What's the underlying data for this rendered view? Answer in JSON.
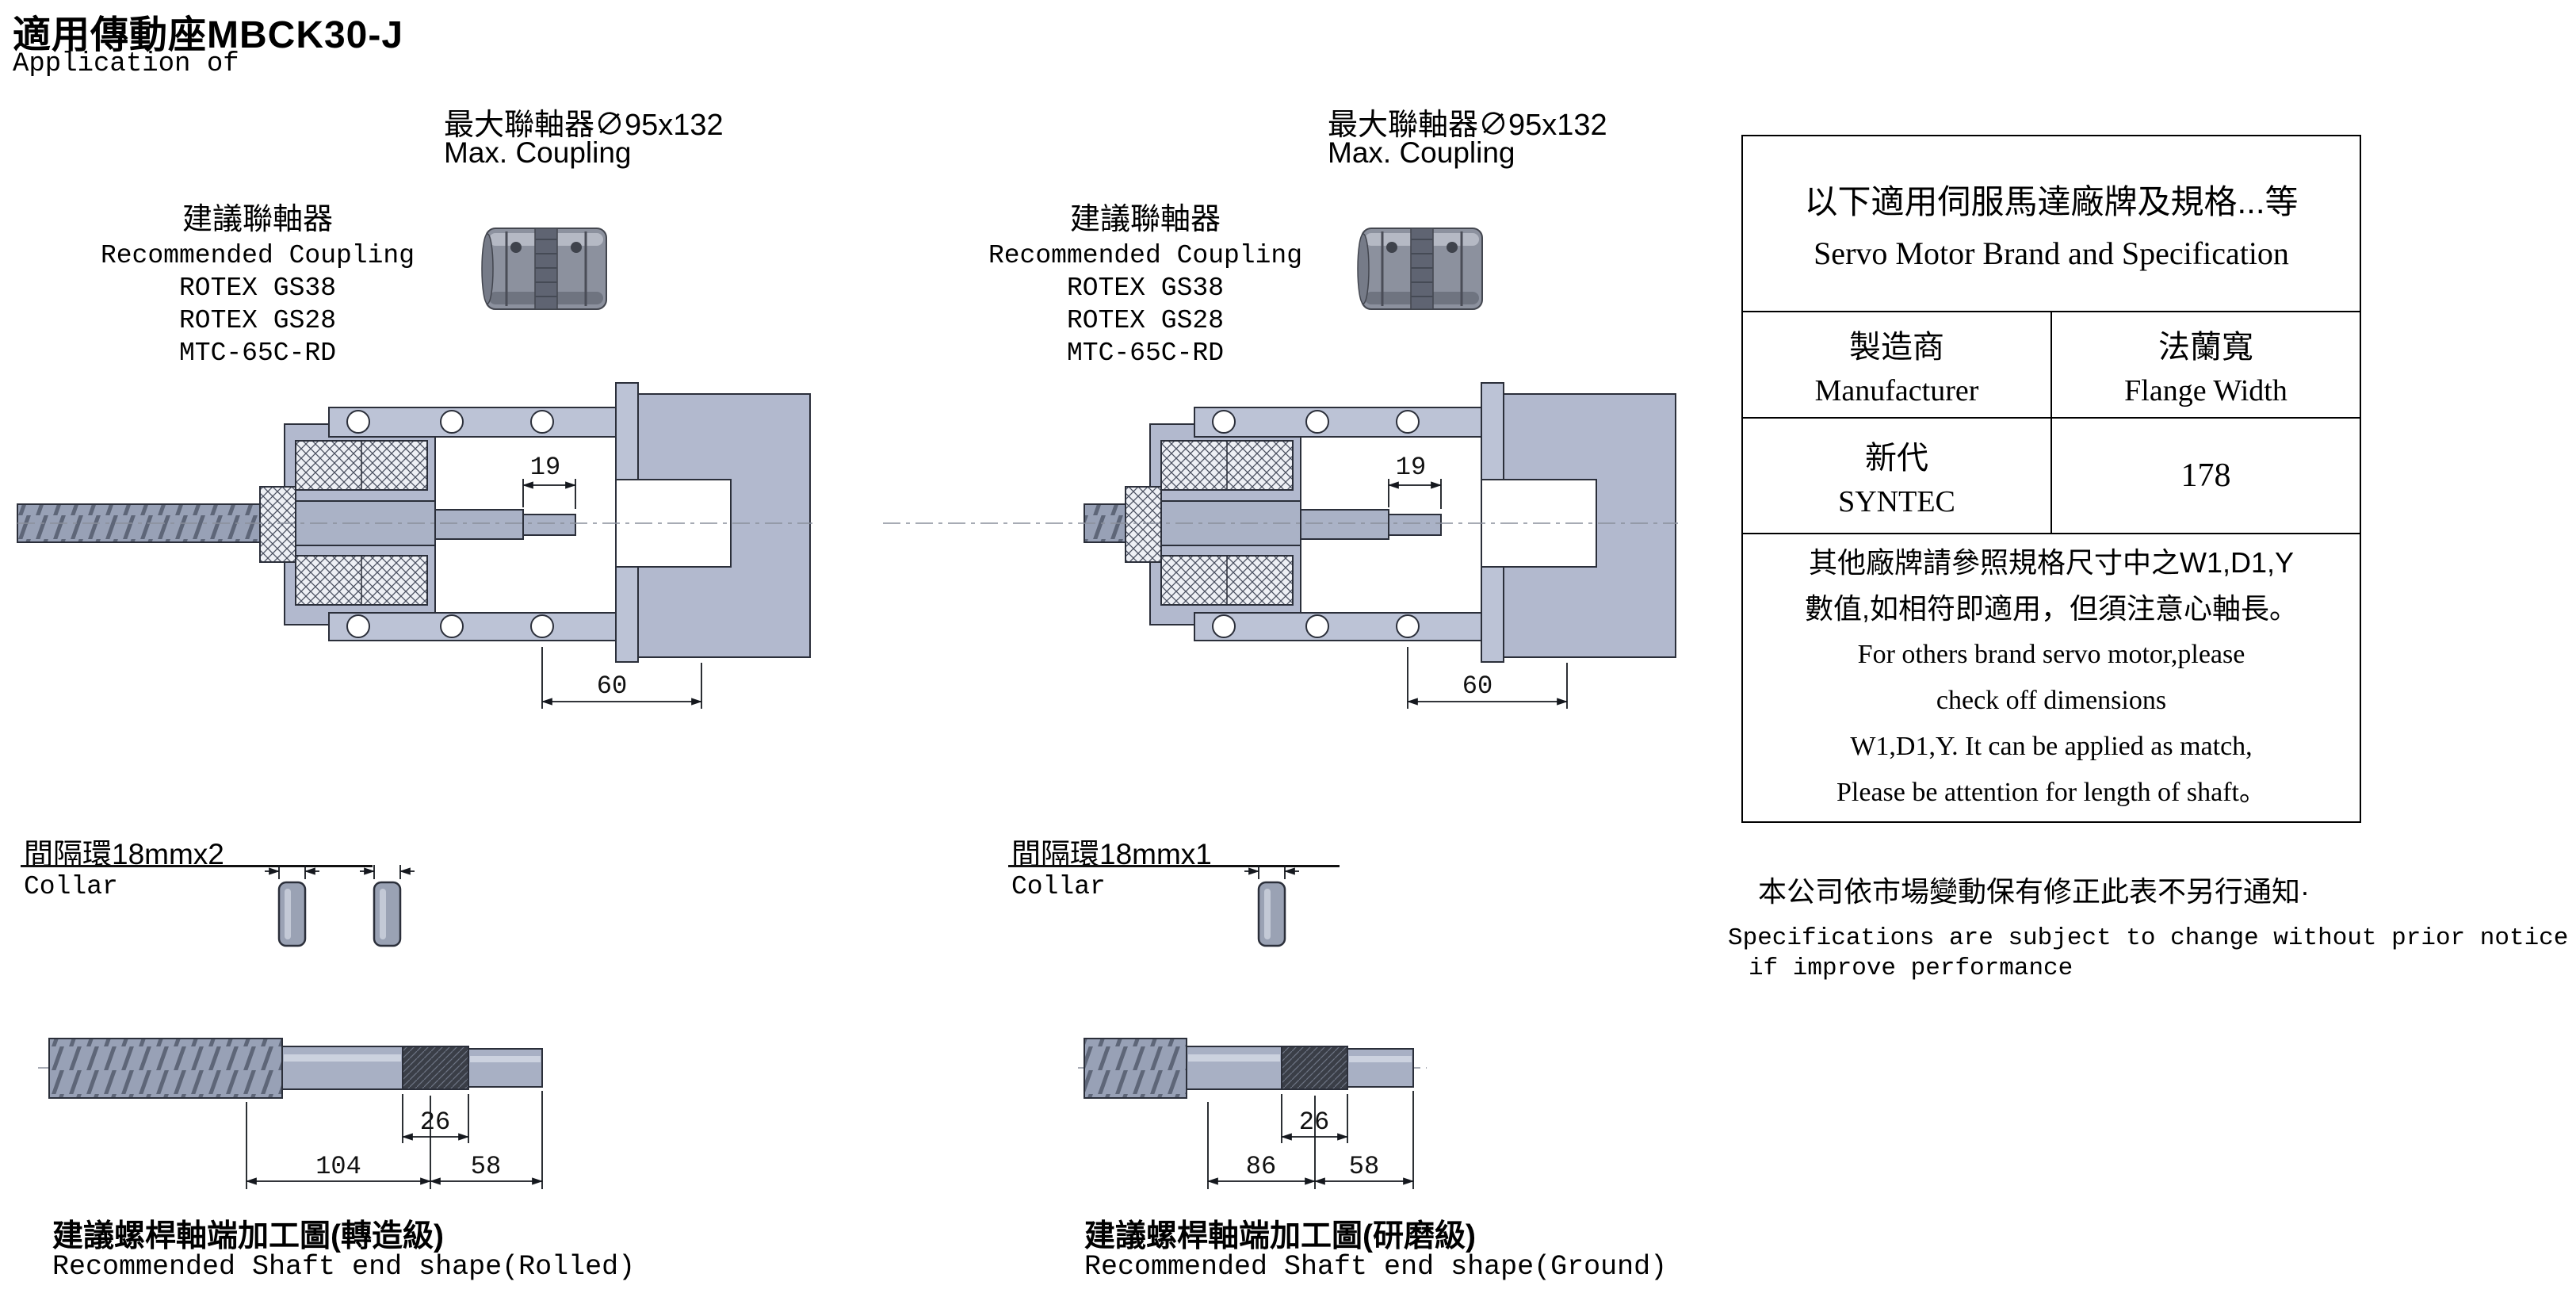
{
  "header": {
    "title_zh": "適用傳動座MBCK30-J",
    "title_en": "Application of"
  },
  "left": {
    "max_coupling_zh": "最大聯軸器∅95x132",
    "max_coupling_en": "Max. Coupling",
    "rec_coupling_zh": "建議聯軸器",
    "rec_coupling_en": "Recommended Coupling",
    "models": [
      "ROTEX GS38",
      "ROTEX GS28",
      "MTC-65C-RD"
    ],
    "dim_gap": "19",
    "dim_depth": "60",
    "collar_zh": "間隔環18mmx2",
    "collar_en": "Collar",
    "dim_thread_len": "26",
    "dim_end_len": "104",
    "dim_journal_len": "58",
    "caption_zh": "建議螺桿軸端加工圖(轉造級)",
    "caption_en": "Recommended Shaft end shape(Rolled)"
  },
  "right": {
    "max_coupling_zh": "最大聯軸器∅95x132",
    "max_coupling_en": "Max. Coupling",
    "rec_coupling_zh": "建議聯軸器",
    "rec_coupling_en": "Recommended Coupling",
    "models": [
      "ROTEX GS38",
      "ROTEX GS28",
      "MTC-65C-RD"
    ],
    "dim_gap": "19",
    "dim_depth": "60",
    "collar_zh": "間隔環18mmx1",
    "collar_en": "Collar",
    "dim_thread_len": "26",
    "dim_end_len": "86",
    "dim_journal_len": "58",
    "caption_zh": "建議螺桿軸端加工圖(研磨級)",
    "caption_en": "Recommended Shaft end shape(Ground)"
  },
  "table": {
    "header_zh": "以下適用伺服馬達廠牌及規格...等",
    "header_en": "Servo Motor Brand and Specification",
    "col_manufacturer_zh": "製造商",
    "col_manufacturer_en": "Manufacturer",
    "col_flange_zh": "法蘭寬",
    "col_flange_en": "Flange Width",
    "brand_zh": "新代",
    "brand_en": "SYNTEC",
    "flange_width": "178",
    "note_lines": [
      "其他廠牌請參照規格尺寸中之W1,D1,Y",
      "數值,如相符即適用，但須注意心軸長。",
      "For others brand servo motor,please",
      "check off dimensions",
      "W1,D1,Y. It can be applied as match,",
      "Please be attention for length of shaft。"
    ]
  },
  "footer": {
    "notice_zh": "本公司依市場變動保有修正此表不另行通知·",
    "notice_en_line1": "Specifications are subject to change without prior notice",
    "notice_en_line2": "if improve performance"
  }
}
